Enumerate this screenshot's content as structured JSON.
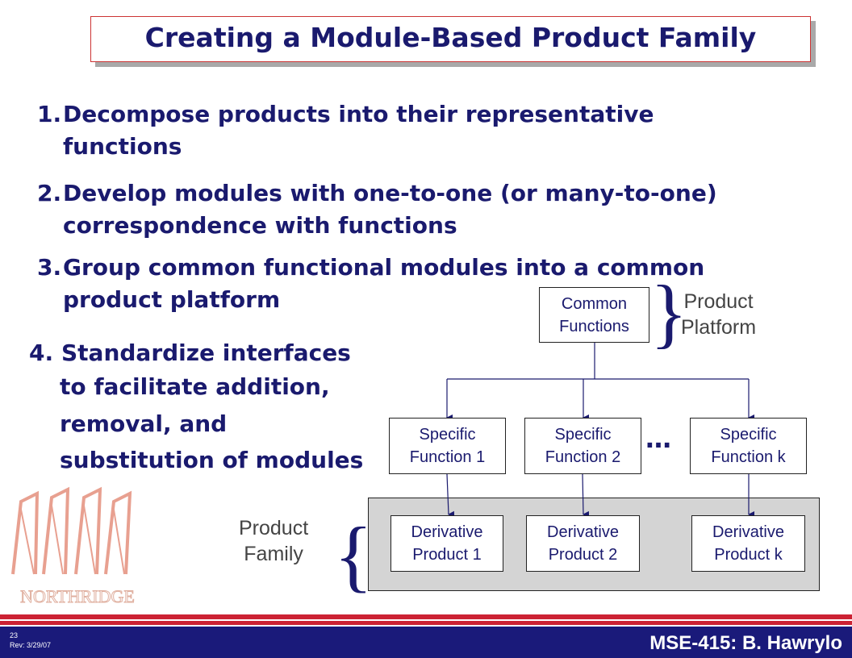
{
  "slide": {
    "title": "Creating a Module-Based Product Family",
    "steps": [
      {
        "num": "1.",
        "line1": "Decompose products into their representative",
        "line2": "functions"
      },
      {
        "num": "2.",
        "line1": "Develop modules with one-to-one (or many-to-one)",
        "line2": "correspondence with functions"
      },
      {
        "num": "3.",
        "line1": "Group common functional modules into a common",
        "line2": "product platform"
      },
      {
        "num": "4.",
        "lines": [
          "Standardize interfaces",
          "to facilitate addition,",
          "removal, and",
          "substitution of modules"
        ]
      }
    ]
  },
  "diagram": {
    "common": [
      "Common",
      "Functions"
    ],
    "platform_label": [
      "Product",
      "Platform"
    ],
    "specific": [
      [
        "Specific",
        "Function 1"
      ],
      [
        "Specific",
        "Function 2"
      ],
      [
        "Specific",
        "Function k"
      ]
    ],
    "ellipsis": "…",
    "derivative": [
      [
        "Derivative",
        "Product 1"
      ],
      [
        "Derivative",
        "Product 2"
      ],
      [
        "Derivative",
        "Product k"
      ]
    ],
    "family_label": [
      "Product",
      "Family"
    ]
  },
  "logo": {
    "text": "NORTHRIDGE",
    "color": "#e8a090"
  },
  "footer": {
    "page_num": "23",
    "rev": "Rev: 3/29/07",
    "course": "MSE-415:  B. Hawrylo"
  },
  "colors": {
    "navy": "#1a1a6e",
    "red": "#cc2233",
    "footer_blue": "#1a1a7a",
    "gray": "#d4d4d4"
  }
}
